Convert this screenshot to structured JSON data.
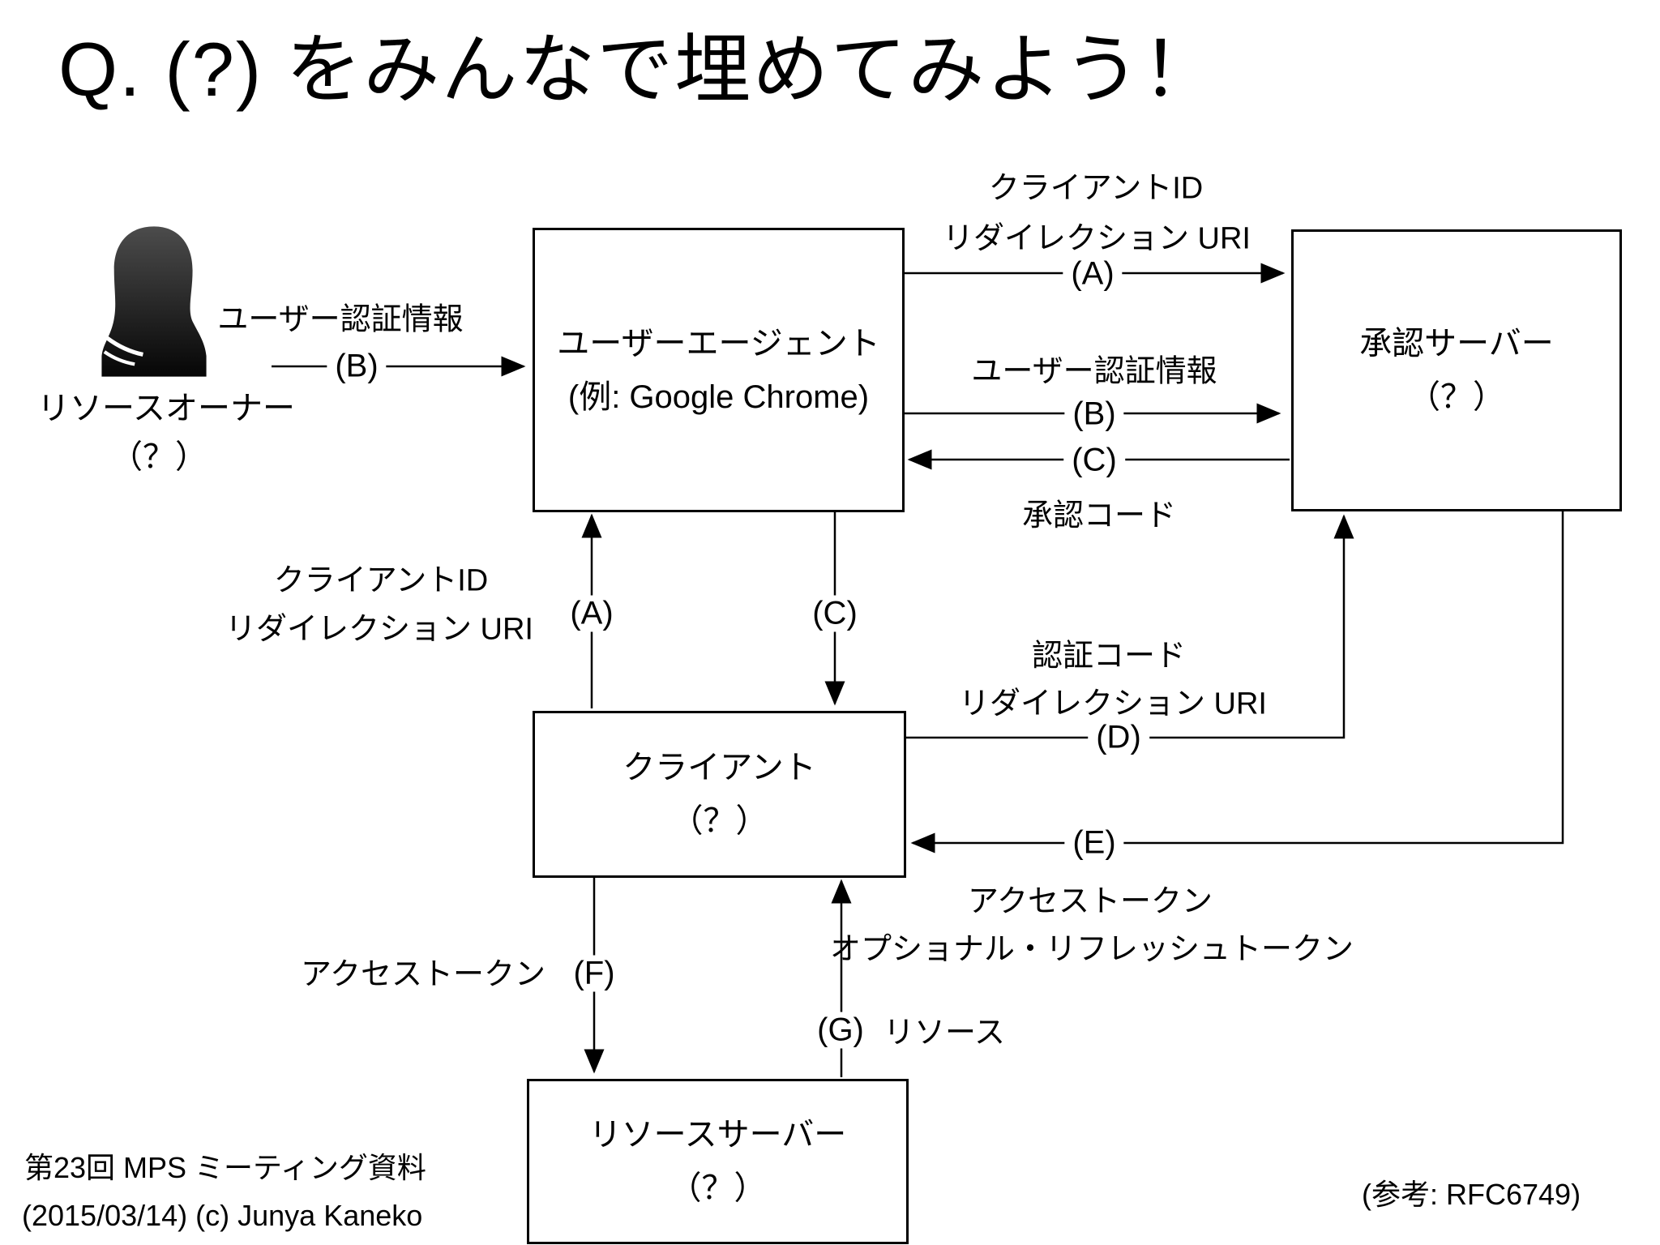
{
  "title": "Q. (?) をみんなで埋めてみよう！",
  "actors": {
    "resource_owner": {
      "label": "リソースオーナー",
      "sublabel": "（？）"
    },
    "user_agent": {
      "line1": "ユーザーエージェント",
      "line2": "(例: Google Chrome)"
    },
    "auth_server": {
      "line1": "承認サーバー",
      "line2": "（？）"
    },
    "client": {
      "line1": "クライアント",
      "line2": "（？）"
    },
    "resource_server": {
      "line1": "リソースサーバー",
      "line2": "（？）"
    }
  },
  "arrows": {
    "owner_to_user_agent": {
      "label": "(B)",
      "caption": "ユーザー認証情報"
    },
    "user_agent_to_auth_top": {
      "label": "(A)",
      "caption_line1": "クライアントID",
      "caption_line2": "リダイレクション URI"
    },
    "user_agent_to_auth_mid": {
      "label": "(B)",
      "caption": "ユーザー認証情報"
    },
    "auth_to_user_agent": {
      "label": "(C)",
      "caption": "承認コード"
    },
    "client_to_user_agent": {
      "label": "(A)",
      "caption_line1": "クライアントID",
      "caption_line2": "リダイレクション URI"
    },
    "user_agent_to_client": {
      "label": "(C)"
    },
    "client_to_auth": {
      "label": "(D)",
      "caption_line1": "認証コード",
      "caption_line2": "リダイレクション URI"
    },
    "auth_to_client": {
      "label": "(E)",
      "caption_line1": "アクセストークン",
      "caption_line2": "オプショナル・リフレッシュトークン"
    },
    "client_to_resource": {
      "label": "(F)",
      "caption": "アクセストークン"
    },
    "resource_to_client": {
      "label": "(G)",
      "caption": "リソース"
    }
  },
  "footer": {
    "left_line1": "第23回 MPS ミーティング資料",
    "left_line2": "(2015/03/14) (c) Junya Kaneko",
    "right": "(参考: RFC6749)"
  },
  "colors": {
    "ink": "#000000",
    "background": "#ffffff"
  }
}
